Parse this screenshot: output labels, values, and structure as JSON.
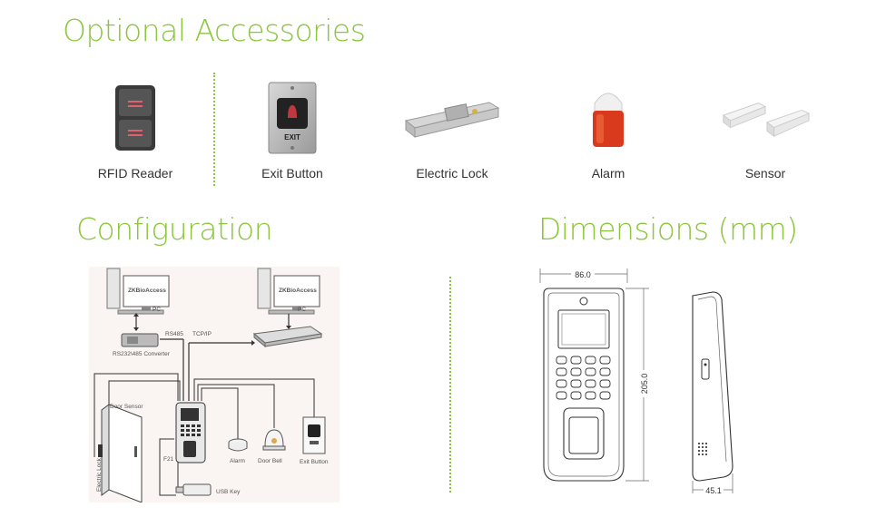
{
  "sections": {
    "accessories_title": "Optional Accessories",
    "configuration_title": "Configuration",
    "dimensions_title": "Dimensions (mm)"
  },
  "accessories": [
    {
      "label": "RFID Reader",
      "icon": "rfid-reader-icon"
    },
    {
      "label": "Exit Button",
      "icon": "exit-button-icon"
    },
    {
      "label": "Electric Lock",
      "icon": "electric-lock-icon"
    },
    {
      "label": "Alarm",
      "icon": "alarm-siren-icon"
    },
    {
      "label": "Sensor",
      "icon": "door-sensor-icon"
    }
  ],
  "exit_button_text": "EXIT",
  "configuration": {
    "pc_left_screen": "ZKBioAccess",
    "pc_right_screen": "ZKBioAccess",
    "pc_left": "PC",
    "pc_right": "PC",
    "rs485": "RS485",
    "tcpip": "TCP/IP",
    "converter": "RS232\\485 Converter",
    "door_sensor": "Door Sensor",
    "electric_lock": "Electric Lock",
    "device": "F21",
    "alarm": "Alarm",
    "door_bell": "Door Bell",
    "exit_button": "Exit Button",
    "usb_key": "USB Key"
  },
  "dimensions": {
    "width": "86.0",
    "height": "205.0",
    "depth": "45.1"
  },
  "colors": {
    "accent": "#8cc63f"
  }
}
